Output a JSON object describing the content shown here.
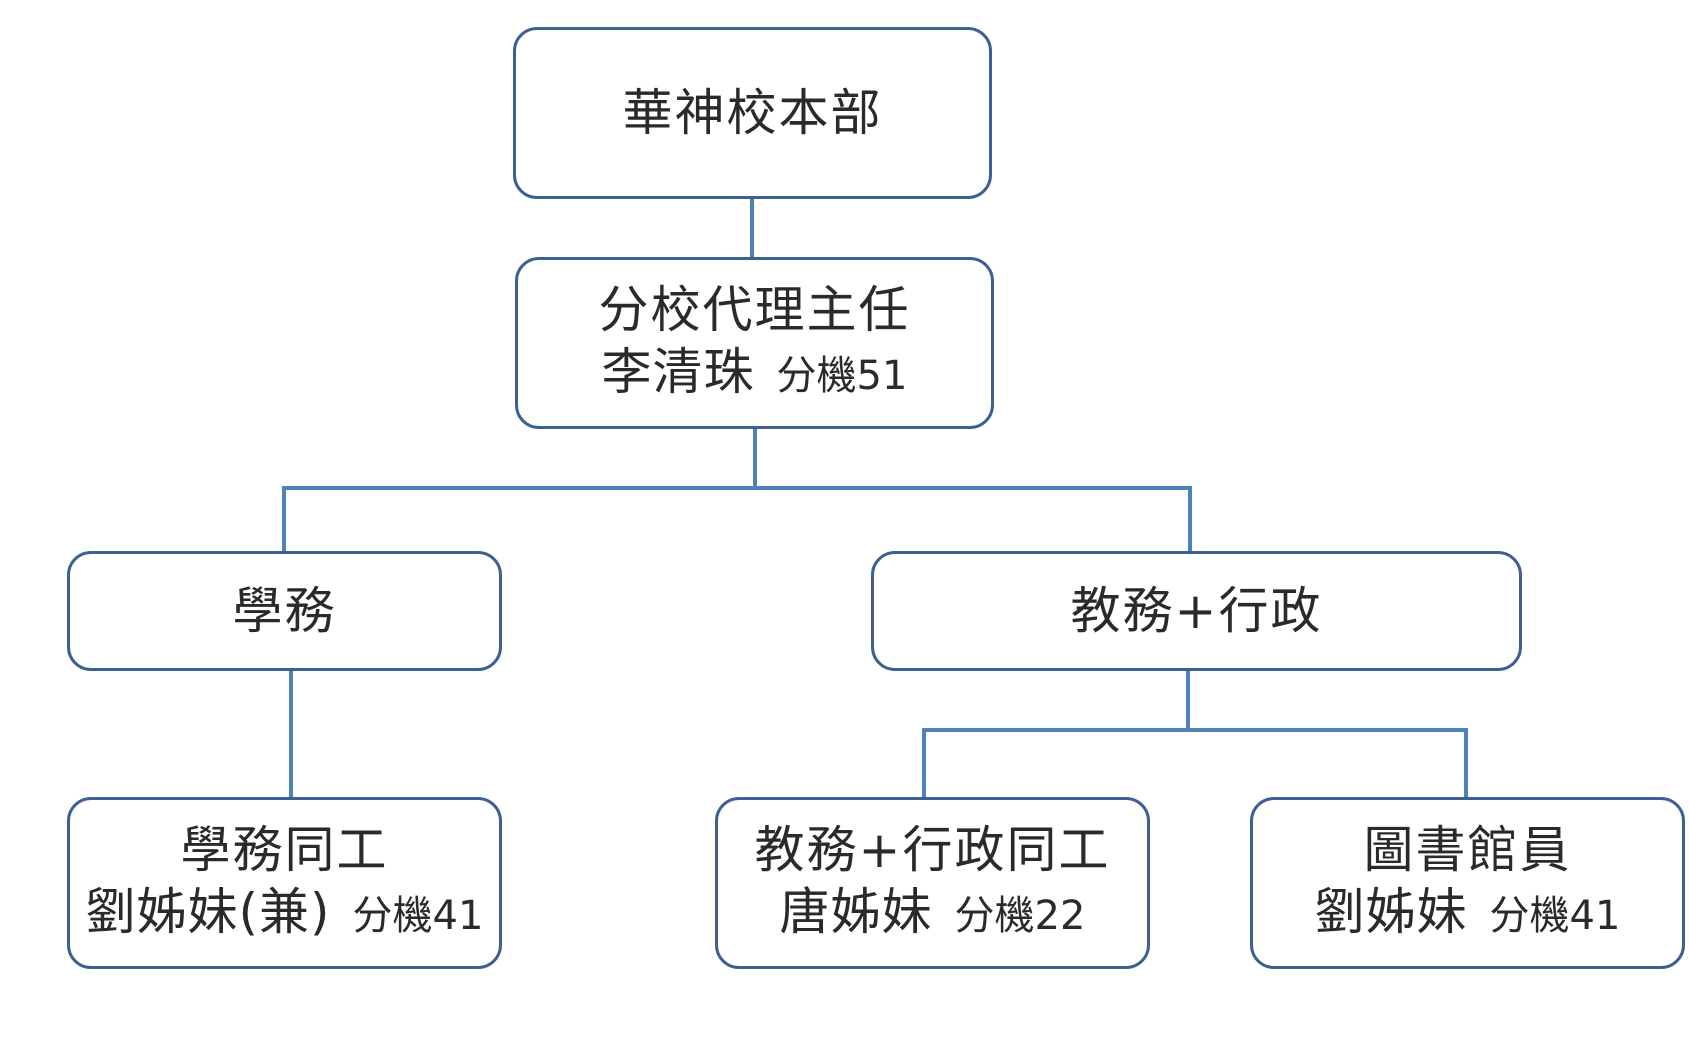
{
  "chart": {
    "root": {
      "title": "華神校本部"
    },
    "director": {
      "title": "分校代理主任",
      "name": "李清珠",
      "ext": "分機51"
    },
    "student_affairs": {
      "title": "學務"
    },
    "academic_admin": {
      "title": "教務+行政"
    },
    "student_staff": {
      "title": "學務同工",
      "name": "劉姊妹(兼)",
      "ext": "分機41"
    },
    "academic_staff": {
      "title": "教務+行政同工",
      "name": "唐姊妹",
      "ext": "分機22"
    },
    "librarian": {
      "title": "圖書館員",
      "name": "劉姊妹",
      "ext": "分機41"
    }
  },
  "colors": {
    "box_border": "#3d5f92",
    "connector": "#4f81bd",
    "text": "#2a2a2a"
  }
}
